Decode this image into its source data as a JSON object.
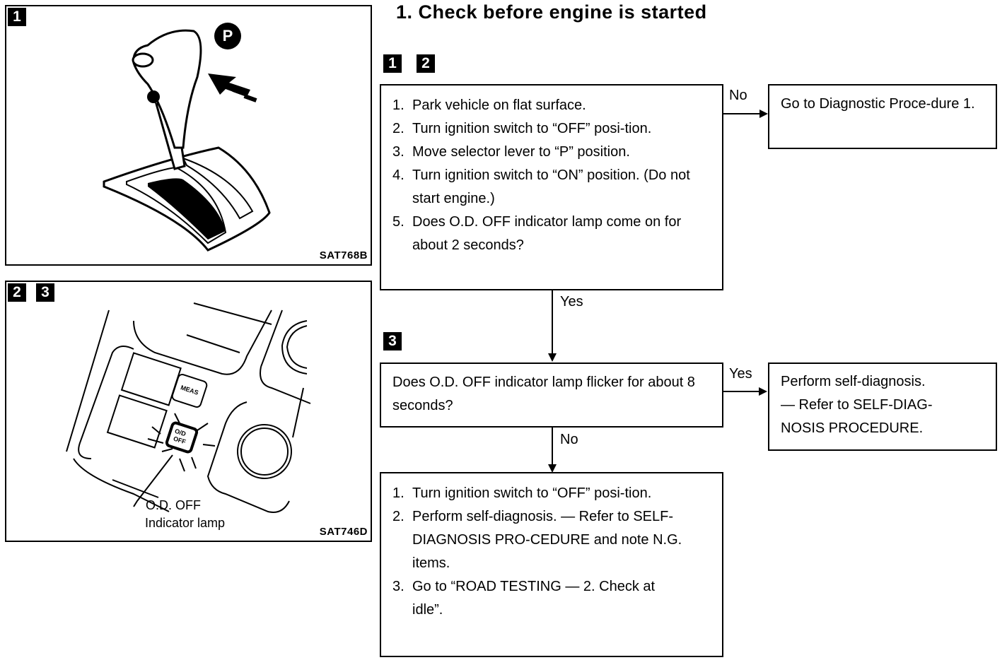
{
  "title": "1.   Check before engine is started",
  "figures": {
    "fig1": {
      "badges": [
        "1"
      ],
      "code": "SAT768B",
      "park_symbol": "P"
    },
    "fig2": {
      "badges": [
        "2",
        "3"
      ],
      "code": "SAT746D",
      "callout_line1": "O.D. OFF",
      "callout_line2": "Indicator lamp",
      "button_labels": {
        "meas": "MEAS",
        "od_off_1": "O/D",
        "od_off_2": "OFF"
      }
    }
  },
  "flow": {
    "step_a_badges": [
      "1",
      "2"
    ],
    "step_b_badges": [
      "3"
    ],
    "box1": {
      "items": [
        {
          "num": "1.",
          "text": "Park vehicle on flat surface."
        },
        {
          "num": "2.",
          "text": "Turn ignition switch to “OFF” posi-tion."
        },
        {
          "num": "3.",
          "text": "Move selector lever to “P” position."
        },
        {
          "num": "4.",
          "text": "Turn ignition switch to “ON” position. (Do not start engine.)"
        },
        {
          "num": "5.",
          "text": "Does O.D. OFF indicator lamp come on for about 2 seconds?"
        }
      ]
    },
    "box1_no_label": "No",
    "box1_yes_label": "Yes",
    "box_no1": {
      "text": "Go to Diagnostic Proce-dure 1."
    },
    "box2": {
      "text": "Does O.D. OFF indicator lamp flicker for about 8 seconds?"
    },
    "box2_yes_label": "Yes",
    "box2_no_label": "No",
    "box_yes2": {
      "line1": "Perform self-diagnosis.",
      "line2": "— Refer to SELF-DIAG-",
      "line3": "NOSIS PROCEDURE."
    },
    "box3": {
      "items": [
        {
          "num": "1.",
          "text": "Turn ignition switch to “OFF” posi-tion."
        },
        {
          "num": "2.",
          "text": "Perform self-diagnosis. — Refer to SELF-DIAGNOSIS PRO-CEDURE and note N.G. items."
        },
        {
          "num": "3.",
          "text": "Go to “ROAD TESTING — 2. Check at idle”."
        }
      ]
    }
  }
}
